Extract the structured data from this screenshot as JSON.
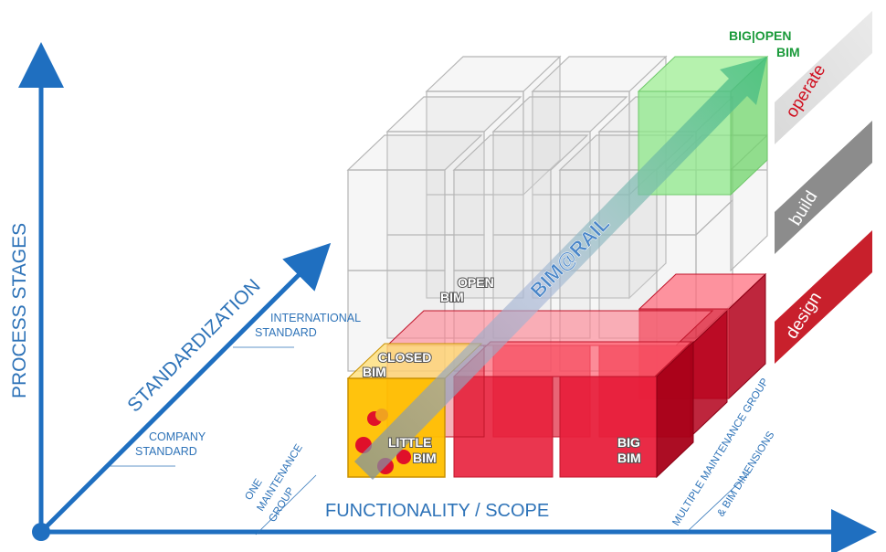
{
  "axes": {
    "vertical": "PROCESS STAGES",
    "diagonal": "STANDARDIZATION",
    "horizontal": "FUNCTIONALITY / SCOPE"
  },
  "standardization_levels": {
    "low": [
      "COMPANY",
      "STANDARD"
    ],
    "high": [
      "INTERNATIONAL",
      "STANDARD"
    ]
  },
  "scope_levels": {
    "low": [
      "ONE",
      "MAINTENANCE",
      "GROUP"
    ],
    "high": [
      "MULTIPLE MAINTENANCE GROUP",
      "& BIM DIMENSIONS"
    ]
  },
  "cube_labels": {
    "little": [
      "LITTLE",
      "BIM"
    ],
    "big": [
      "BIG",
      "BIM"
    ],
    "closed": [
      "CLOSED",
      "BIM"
    ],
    "open": [
      "OPEN",
      "BIM"
    ],
    "big_open": [
      "BIG|OPEN",
      "BIM"
    ]
  },
  "arrow_label": "BIM@RAIL",
  "stages": [
    "operate",
    "build",
    "design"
  ],
  "colors": {
    "axis_blue": "#1f6fc0",
    "text_blue": "#2e73b8",
    "red": "#e0223a",
    "yellow": "#ffc000",
    "green": "#7ee07e",
    "grey": "#d9d9d9",
    "big_open_green": "#1a9a3a"
  }
}
